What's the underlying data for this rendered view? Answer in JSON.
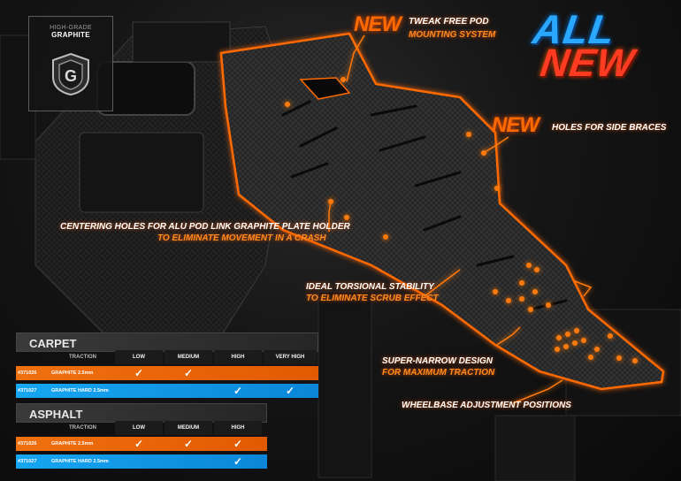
{
  "badge": {
    "line1": "HIGH-GRADE",
    "line2": "GRAPHITE"
  },
  "headline": {
    "all": "ALL",
    "new": "NEW"
  },
  "callouts": {
    "tweak": {
      "new": "NEW",
      "line1": "TWEAK FREE POD",
      "line2": "MOUNTING SYSTEM"
    },
    "holes": {
      "new": "NEW",
      "line1": "HOLES FOR SIDE BRACES"
    },
    "centering": {
      "line1": "CENTERING HOLES FOR ALU POD LINK GRAPHITE PLATE HOLDER",
      "line2": "TO ELIMINATE MOVEMENT IN A CRASH"
    },
    "torsional": {
      "line1": "IDEAL TORSIONAL STABILITY",
      "line2": "TO ELIMINATE SCRUB EFFECT"
    },
    "narrow": {
      "line1": "SUPER-NARROW DESIGN",
      "line2": "FOR MAXIMUM TRACTION"
    },
    "wheelbase": {
      "line1": "WHEELBASE ADJUSTMENT POSITIONS"
    }
  },
  "carpet": {
    "title": "CARPET",
    "traction_label": "TRACTION",
    "columns": [
      "LOW",
      "MEDIUM",
      "HIGH",
      "VERY HIGH"
    ],
    "rows": [
      {
        "code": "#371026",
        "name": "GRAPHITE 2.5mm",
        "checks": [
          true,
          true,
          false,
          false
        ],
        "color": "#f07010"
      },
      {
        "code": "#371027",
        "name": "GRAPHITE HARD 2.5mm",
        "checks": [
          false,
          false,
          true,
          true
        ],
        "color": "#16a6f2"
      }
    ]
  },
  "asphalt": {
    "title": "ASPHALT",
    "traction_label": "TRACTION",
    "columns": [
      "LOW",
      "MEDIUM",
      "HIGH"
    ],
    "rows": [
      {
        "code": "#371026",
        "name": "GRAPHITE 2.5mm",
        "checks": [
          true,
          true,
          true
        ],
        "color": "#f07010"
      },
      {
        "code": "#371027",
        "name": "GRAPHITE HARD 2.5mm",
        "checks": [
          false,
          false,
          true
        ],
        "color": "#16a6f2"
      }
    ]
  },
  "check_glyph": "✓",
  "colors": {
    "accent_orange": "#ff6a00",
    "accent_blue": "#16a6f2"
  }
}
